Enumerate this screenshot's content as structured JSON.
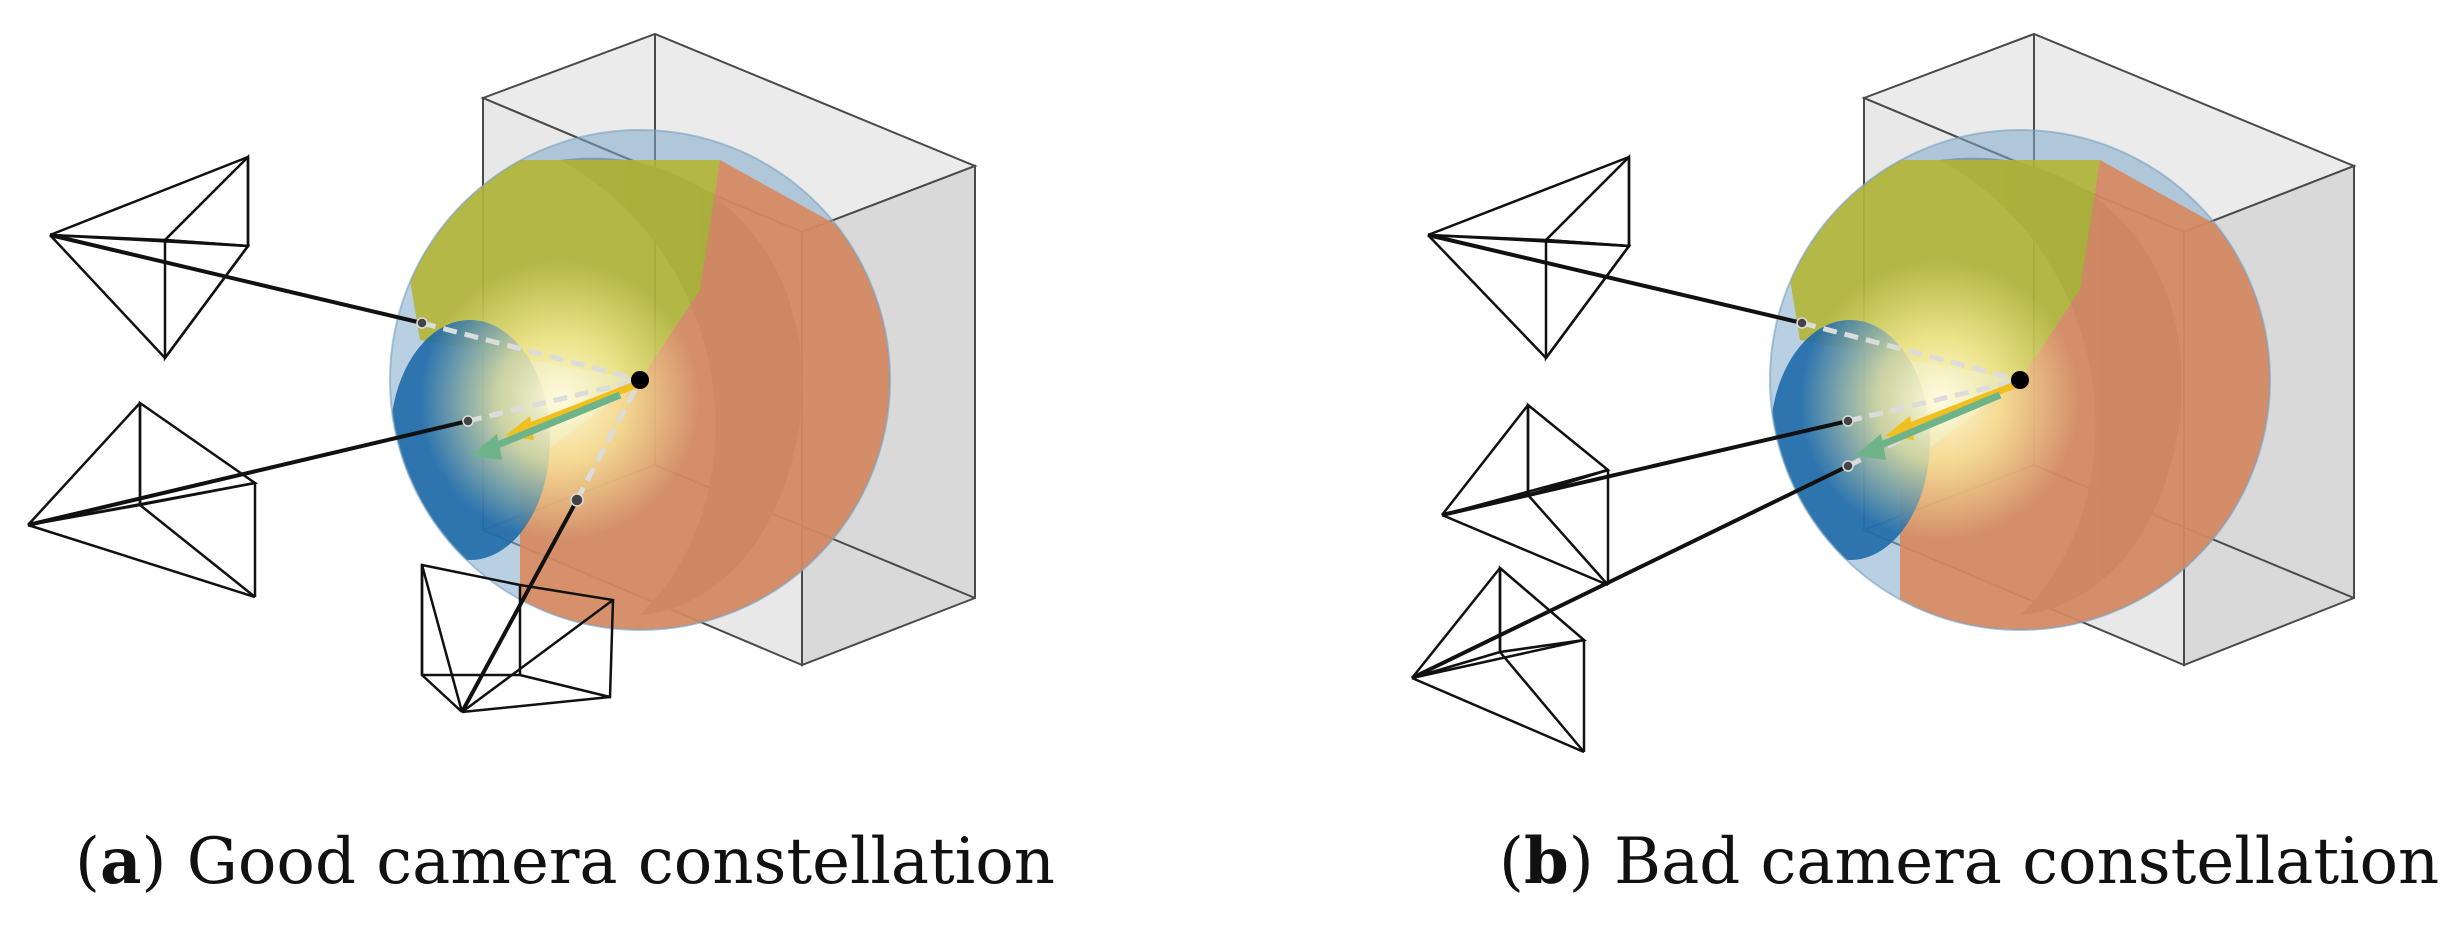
{
  "figure": {
    "panels": [
      {
        "id": "a",
        "label": "a",
        "caption": "Good camera constellation"
      },
      {
        "id": "b",
        "label": "b",
        "caption": "Bad camera constellation"
      }
    ]
  },
  "colors": {
    "box_fill": "#d9d9d9",
    "box_stroke": "#4a4a4a",
    "dome_shadow": "#5f5f5f",
    "sphere_blue": "#7fa9cc",
    "region_blue": "#1f6aa8",
    "region_yellow": "#b3b42a",
    "region_orange": "#d9865a",
    "highlight": "#fff8cc",
    "ray_color": "#111111",
    "hidden_ray_color": "#d8d8d8",
    "arrow_yellow": "#f0c020",
    "arrow_green": "#6fb38a"
  }
}
